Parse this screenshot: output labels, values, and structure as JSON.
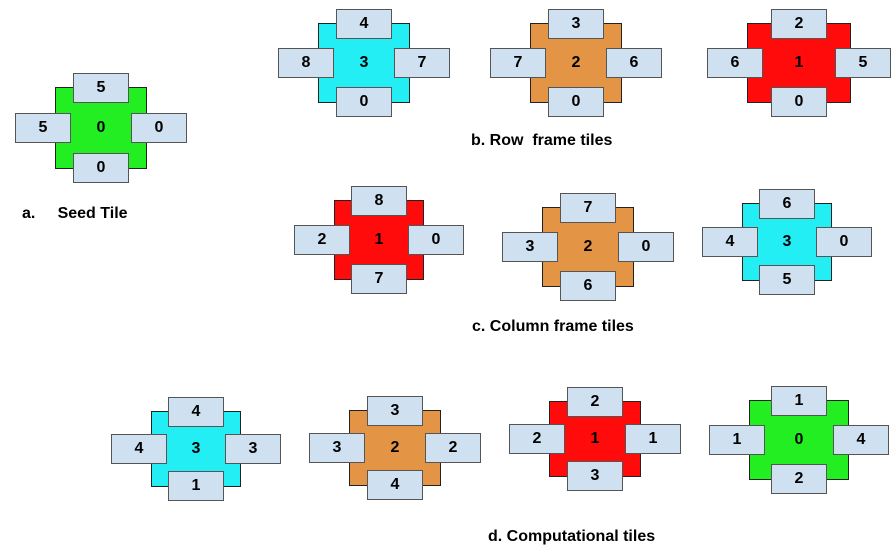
{
  "colors": {
    "green": "#22ee22",
    "cyan": "#22eef4",
    "orange": "#e39545",
    "red": "#ff0b0b",
    "glue": "#cfe0f1"
  },
  "captions": {
    "seed": "a.     Seed Tile",
    "row": "b. Row  frame tiles",
    "column": "c. Column frame tiles",
    "computational": "d. Computational tiles"
  },
  "tiles": [
    {
      "group": "seed",
      "color": "green",
      "center": "0",
      "top": "5",
      "bottom": "0",
      "left": "5",
      "right": "0"
    },
    {
      "group": "row",
      "color": "cyan",
      "center": "3",
      "top": "4",
      "bottom": "0",
      "left": "8",
      "right": "7"
    },
    {
      "group": "row",
      "color": "orange",
      "center": "2",
      "top": "3",
      "bottom": "0",
      "left": "7",
      "right": "6"
    },
    {
      "group": "row",
      "color": "red",
      "center": "1",
      "top": "2",
      "bottom": "0",
      "left": "6",
      "right": "5"
    },
    {
      "group": "column",
      "color": "red",
      "center": "1",
      "top": "8",
      "bottom": "7",
      "left": "2",
      "right": "0"
    },
    {
      "group": "column",
      "color": "orange",
      "center": "2",
      "top": "7",
      "bottom": "6",
      "left": "3",
      "right": "0"
    },
    {
      "group": "column",
      "color": "cyan",
      "center": "3",
      "top": "6",
      "bottom": "5",
      "left": "4",
      "right": "0"
    },
    {
      "group": "computational",
      "color": "cyan",
      "center": "3",
      "top": "4",
      "bottom": "1",
      "left": "4",
      "right": "3"
    },
    {
      "group": "computational",
      "color": "orange",
      "center": "2",
      "top": "3",
      "bottom": "4",
      "left": "3",
      "right": "2"
    },
    {
      "group": "computational",
      "color": "red",
      "center": "1",
      "top": "2",
      "bottom": "3",
      "left": "2",
      "right": "1"
    },
    {
      "group": "computational",
      "color": "green",
      "center": "0",
      "top": "1",
      "bottom": "2",
      "left": "1",
      "right": "4"
    }
  ]
}
